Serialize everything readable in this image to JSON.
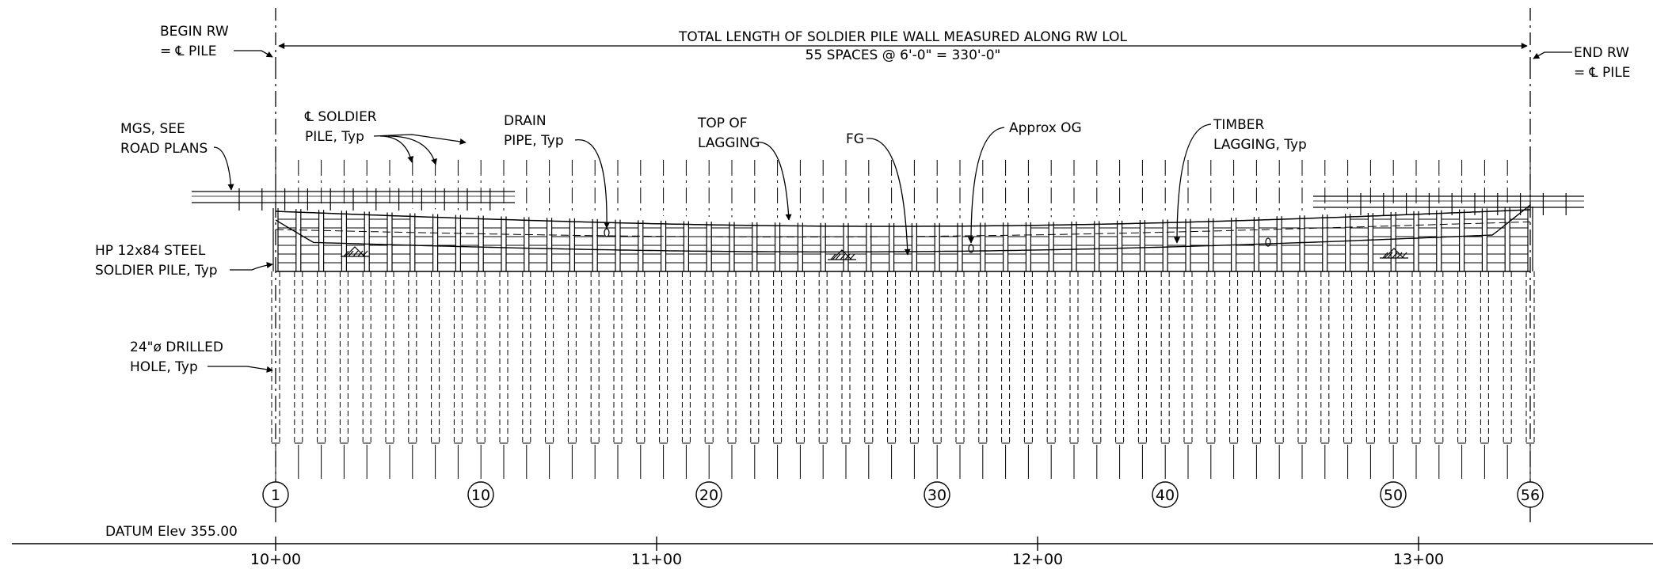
{
  "dimension": {
    "line1": "TOTAL LENGTH OF SOLDIER PILE WALL MEASURED ALONG RW LOL",
    "line2": "55 SPACES @ 6'-0\" = 330'-0\""
  },
  "labels": {
    "begin_rw": [
      "BEGIN RW",
      "= ℄ PILE"
    ],
    "end_rw": [
      "END RW",
      "= ℄ PILE"
    ],
    "mgs": [
      "MGS, SEE",
      "ROAD PLANS"
    ],
    "soldier_pile_cl": [
      "℄ SOLDIER",
      "PILE, Typ"
    ],
    "drain_pipe": [
      "DRAIN",
      "PIPE, Typ"
    ],
    "top_of_lagging": [
      "TOP OF",
      "LAGGING"
    ],
    "fg": [
      "FG"
    ],
    "approx_og": [
      "Approx OG"
    ],
    "timber_lagging": [
      "TIMBER",
      "LAGGING, Typ"
    ],
    "hp_pile": [
      "HP 12x84 STEEL",
      "SOLDIER PILE, Typ"
    ],
    "drilled_hole": [
      "24\"ø DRILLED",
      "HOLE, Typ"
    ]
  },
  "pile_numbers": [
    "1",
    "10",
    "20",
    "30",
    "40",
    "50",
    "56"
  ],
  "datum": "DATUM Elev 355.00",
  "stations": [
    "10+00",
    "11+00",
    "12+00",
    "13+00"
  ]
}
